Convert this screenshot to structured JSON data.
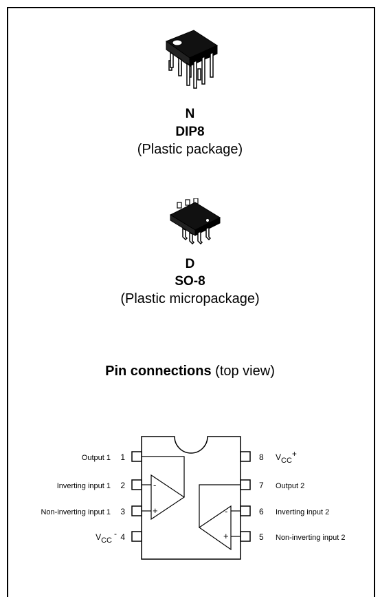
{
  "packages": [
    {
      "letter": "N",
      "name": "DIP8",
      "description": "(Plastic package)",
      "icon": "dip8-chip-icon"
    },
    {
      "letter": "D",
      "name": "SO-8",
      "description": "(Plastic micropackage)",
      "icon": "so8-chip-icon"
    }
  ],
  "pin_connections": {
    "title_bold": "Pin connections",
    "title_rest": " (top view)",
    "left_pins": [
      {
        "label": "Output 1",
        "number": "1"
      },
      {
        "label": "Inverting input 1",
        "number": "2"
      },
      {
        "label": "Non-inverting input 1",
        "number": "3"
      },
      {
        "label_main": "V",
        "label_sub": "CC",
        "label_sup": "-",
        "number": "4"
      }
    ],
    "right_pins": [
      {
        "number": "8",
        "label_main": "V",
        "label_sub": "CC",
        "label_sup": "+"
      },
      {
        "number": "7",
        "label": "Output 2"
      },
      {
        "number": "6",
        "label": "Inverting input 2"
      },
      {
        "number": "5",
        "label": "Non-inverting input 2"
      }
    ],
    "opamp_signs": {
      "minus": "-",
      "plus": "+"
    }
  }
}
